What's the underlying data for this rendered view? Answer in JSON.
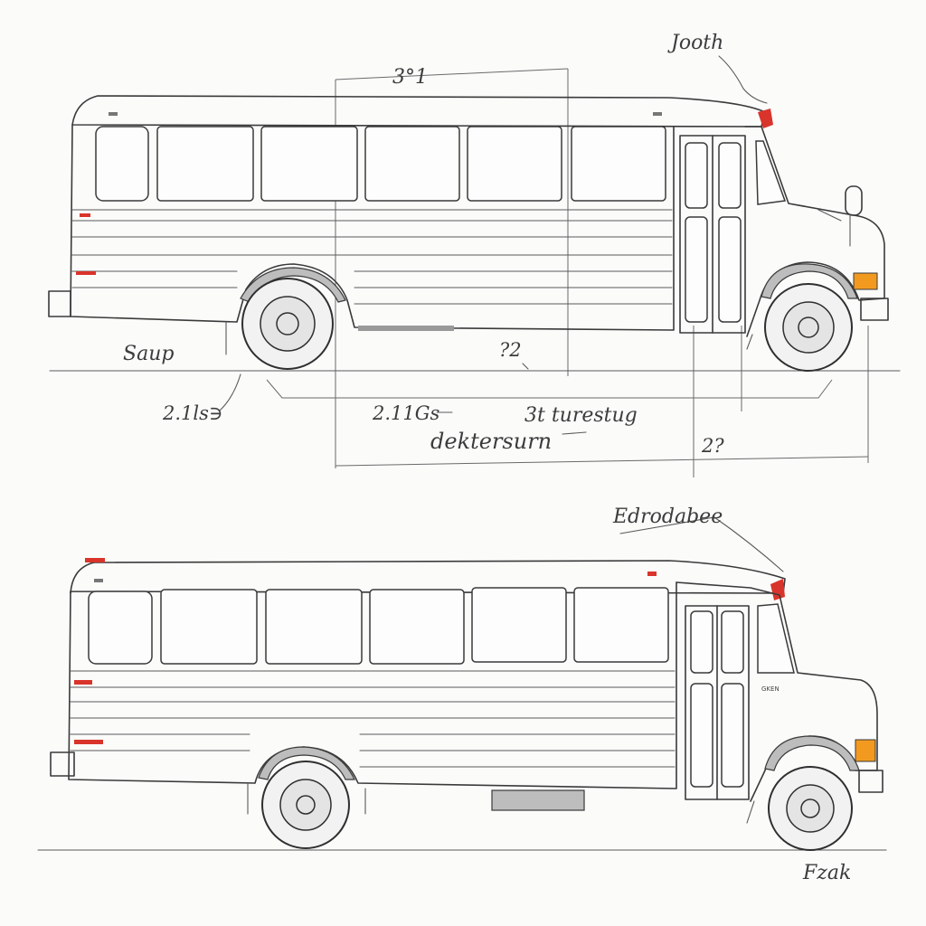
{
  "colors": {
    "paper": "#fbfbfa",
    "graphite": "#3a3a3a",
    "marker_red": "#d9342b",
    "amber": "#f29a1f"
  },
  "top_drawing": {
    "labels": {
      "top_dimension": "3°1",
      "callout_top_right": "Jooth",
      "left_label": "Saup",
      "left_dimension": "2.1ls∋",
      "center_dimension": "2.11Gs",
      "mid_dimension": "?2",
      "center_note_1": "3t turestug",
      "center_note_2": "dektersurn",
      "right_dimension": "2?"
    }
  },
  "bottom_drawing": {
    "labels": {
      "callout_top_right": "Edrodabee",
      "badge_text": "GKEN"
    }
  },
  "signature": "Fzak"
}
